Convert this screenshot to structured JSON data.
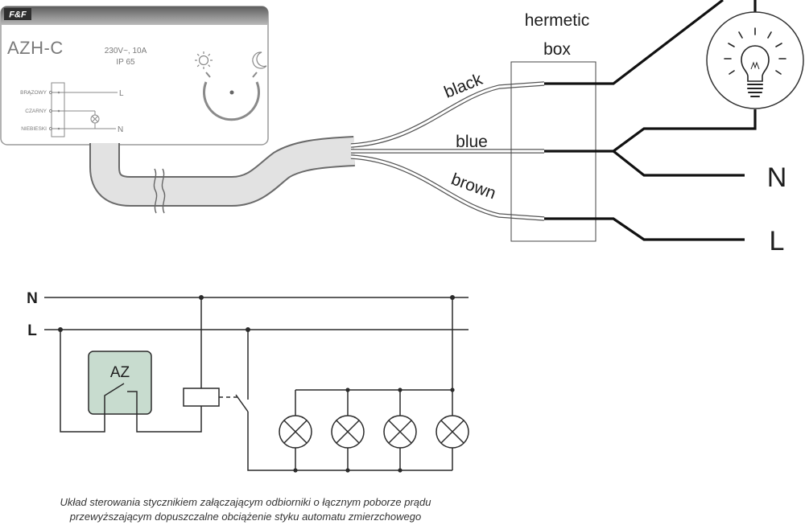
{
  "device": {
    "logo": "F&F",
    "model": "AZH-C",
    "rating": "230V~, 10A",
    "ip_rating": "IP 65",
    "terminal_brown": "BRĄZOWY",
    "terminal_black": "CZARNY",
    "terminal_blue": "NIEBIESKI",
    "out_l": "L",
    "out_n": "N",
    "icons": [
      "sun-icon",
      "moon-icon",
      "lamp-icon",
      "light-bulb-icon"
    ]
  },
  "wires": {
    "black": "black",
    "blue": "blue",
    "brown": "brown"
  },
  "hermetic_box": {
    "line1": "hermetic",
    "line2": "box"
  },
  "mains": {
    "n": "N",
    "l": "L"
  },
  "schematic": {
    "n": "N",
    "l": "L",
    "controller": "AZ"
  },
  "caption": {
    "line1": "Układ sterowania stycznikiem załączającym odbiorniki o łącznym poborze prądu",
    "line2": "przewyższającym dopuszczalne obciążenie styku automatu zmierzchowego"
  },
  "colors": {
    "controller_fill": "#c8dccf",
    "line": "#2a2a2a",
    "cable_fill": "#e2e2e2"
  }
}
